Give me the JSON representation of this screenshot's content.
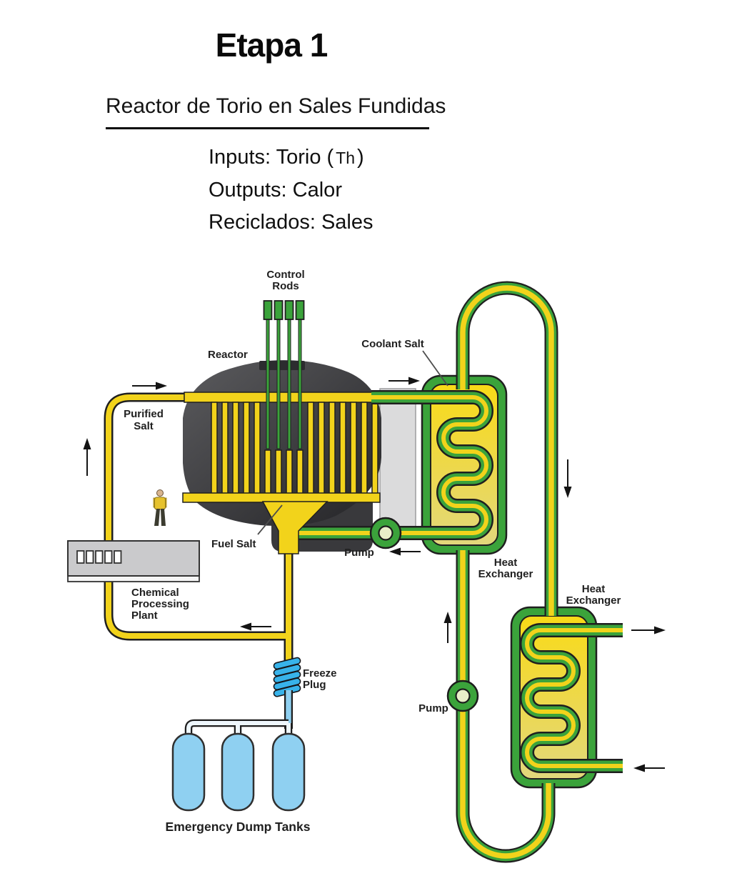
{
  "header": {
    "title": "Etapa 1",
    "subtitle": "Reactor de Torio en Sales Fundidas",
    "io": {
      "inputs_prefix": "Inputs: Torio (",
      "inputs_symbol": "Th",
      "inputs_suffix": ")",
      "outputs": "Outputs: Calor",
      "recycled": "Reciclados: Sales"
    }
  },
  "diagram": {
    "labels": {
      "control_rods": [
        "Control",
        "Rods"
      ],
      "reactor": "Reactor",
      "coolant_salt": "Coolant Salt",
      "purified_salt": [
        "Purified",
        "Salt"
      ],
      "fuel_salt": "Fuel Salt",
      "pump_1": "Pump",
      "pump_2": "Pump",
      "chemical_plant": [
        "Chemical",
        "Processing",
        "Plant"
      ],
      "heat_exchanger_1": [
        "Heat",
        "Exchanger"
      ],
      "heat_exchanger_2": [
        "Heat",
        "Exchanger"
      ],
      "freeze_plug": [
        "Freeze",
        "Plug"
      ],
      "dump_tanks": "Emergency Dump Tanks"
    }
  },
  "colors": {
    "pipe_yellow": "#F2D31B",
    "green": "#3BA33B",
    "outline": "#1F1F1F",
    "hx_yellow_top": "#F9DA17",
    "hx_yellow_bottom": "#E2D77C",
    "reactor_dark": "#242427",
    "reactor_light": "#5B5B5E",
    "slab_gray": "#DBDBDC",
    "building_gray": "#CACACC",
    "tank_blue": "#8FD0F1",
    "plug_blue": "#38B3EA"
  }
}
